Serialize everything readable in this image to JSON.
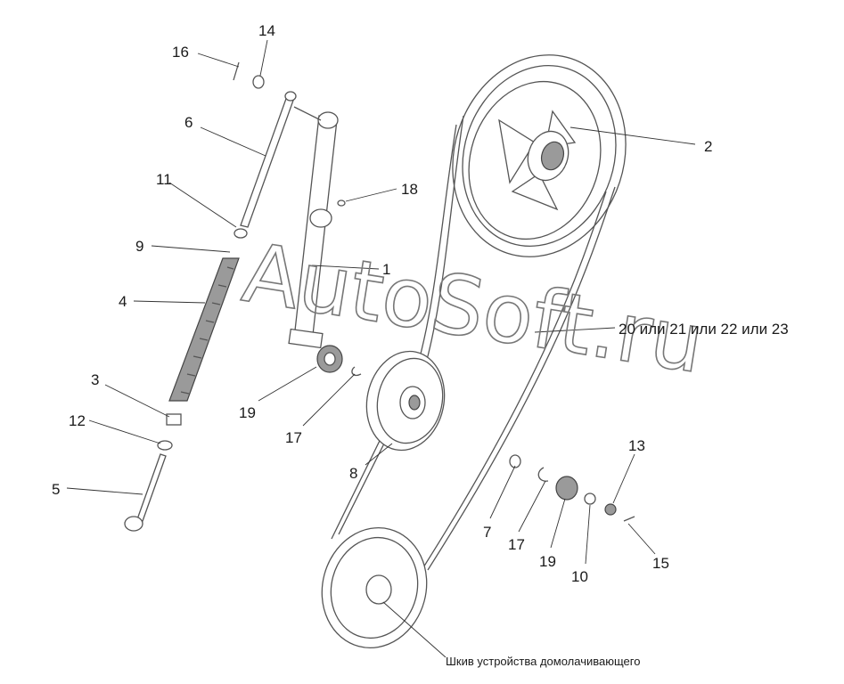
{
  "watermark": "AutoSoft.ru",
  "callouts": {
    "c1": "1",
    "c2": "2",
    "c3": "3",
    "c4": "4",
    "c5": "5",
    "c6": "6",
    "c7": "7",
    "c8": "8",
    "c9": "9",
    "c10": "10",
    "c11": "11",
    "c12": "12",
    "c13": "13",
    "c14": "14",
    "c15": "15",
    "c16": "16",
    "c17a": "17",
    "c17b": "17",
    "c18": "18",
    "c19a": "19",
    "c19b": "19",
    "c20": "20 или 21 или 22 или 23"
  },
  "caption": "Шкив устройства домолачивающего",
  "colors": {
    "line": "#555555",
    "text": "#1a1a1a",
    "watermark": "#777777"
  }
}
